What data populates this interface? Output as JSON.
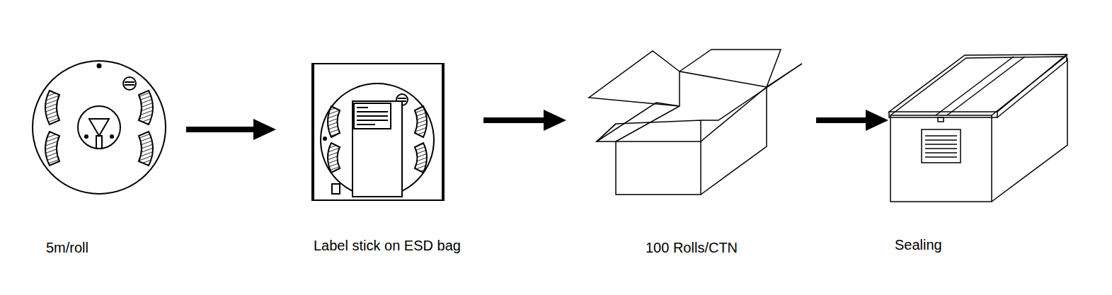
{
  "diagram": {
    "nodes": [
      {
        "text": [
          "5m/roll"
        ]
      },
      {
        "text": [
          "Label stick on ESD bag"
        ]
      },
      {
        "text": [
          "100 Rolls/CTN"
        ]
      },
      {
        "text": [
          "Sealing"
        ]
      }
    ],
    "edges": [
      {
        "from": 0,
        "to": 1,
        "arrow": "to"
      },
      {
        "from": 1,
        "to": 2,
        "arrow": "to"
      },
      {
        "from": 2,
        "to": 3,
        "arrow": "to"
      }
    ]
  }
}
